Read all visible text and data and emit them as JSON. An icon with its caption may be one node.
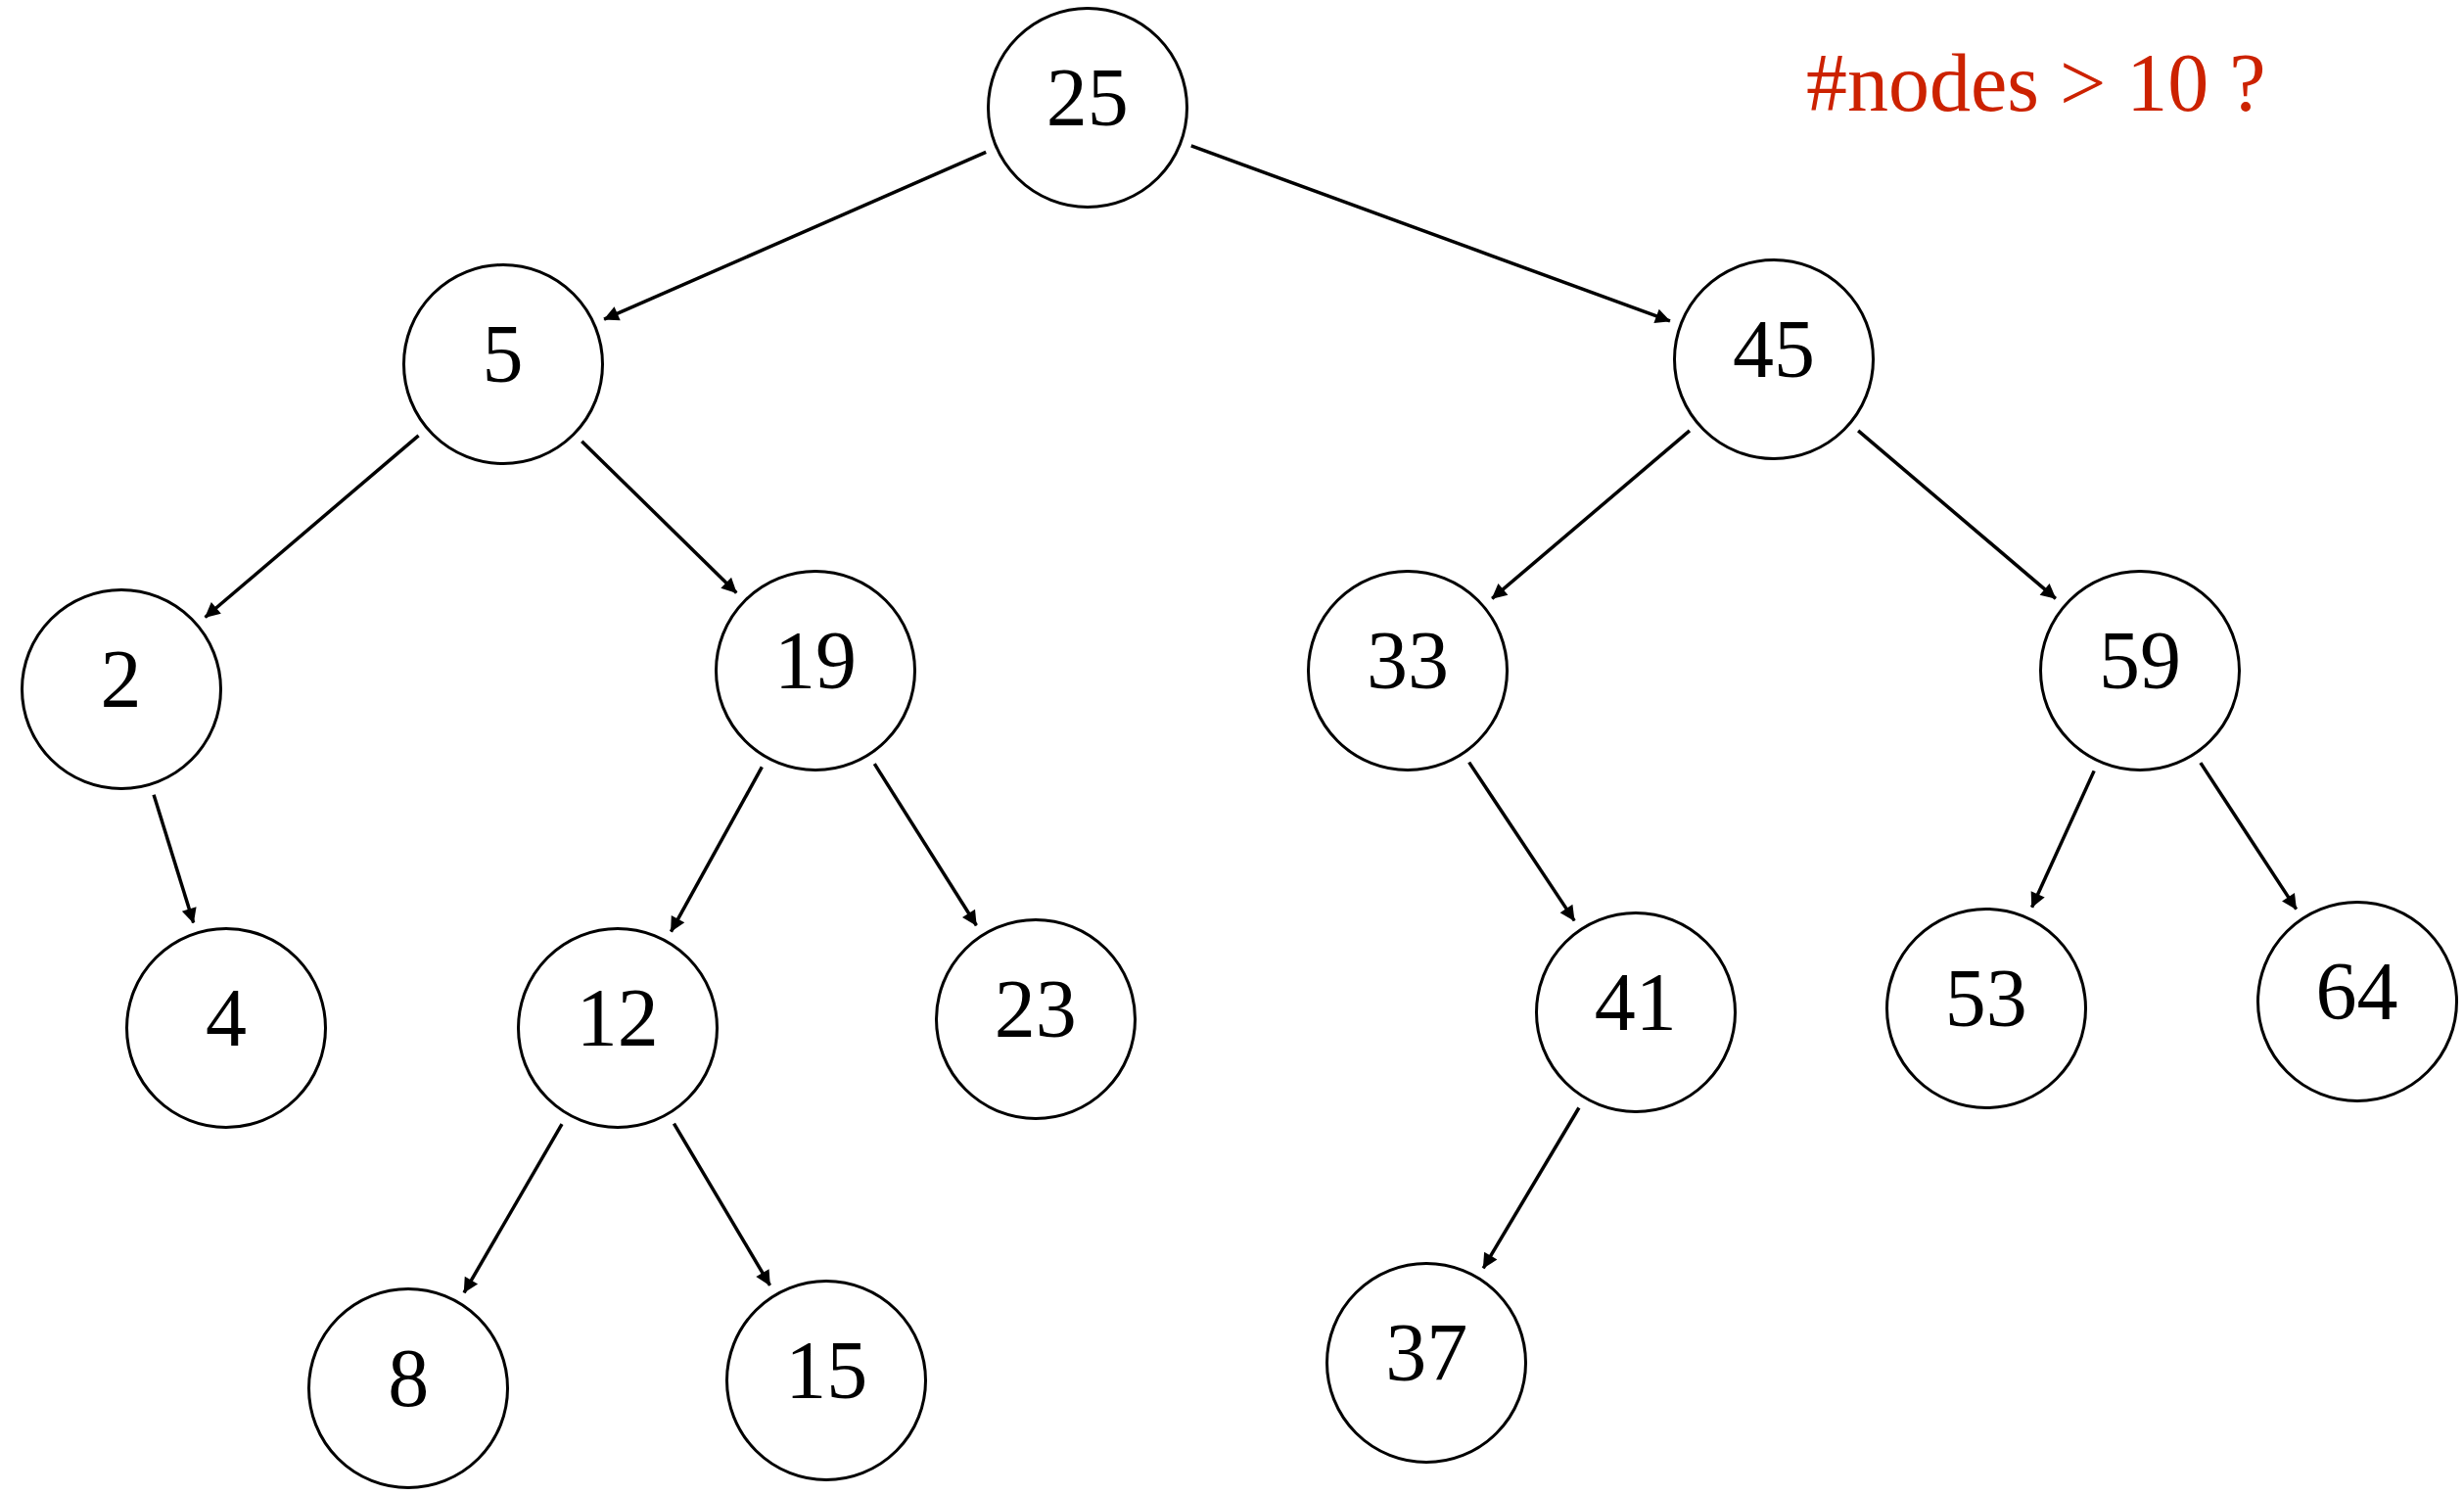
{
  "diagram": {
    "nodes": [
      {
        "text": [
          "25"
        ]
      },
      {
        "text": [
          "5"
        ]
      },
      {
        "text": [
          "45"
        ]
      },
      {
        "text": [
          "2"
        ]
      },
      {
        "text": [
          "19"
        ]
      },
      {
        "text": [
          "33"
        ]
      },
      {
        "text": [
          "59"
        ]
      },
      {
        "text": [
          "4"
        ]
      },
      {
        "text": [
          "12"
        ]
      },
      {
        "text": [
          "23"
        ]
      },
      {
        "text": [
          "41"
        ]
      },
      {
        "text": [
          "53"
        ]
      },
      {
        "text": [
          "64"
        ]
      },
      {
        "text": [
          "8"
        ]
      },
      {
        "text": [
          "15"
        ]
      },
      {
        "text": [
          "37"
        ]
      }
    ],
    "edges": [
      {
        "from": 0,
        "to": 1,
        "arrow": "to"
      },
      {
        "from": 0,
        "to": 2,
        "arrow": "to"
      },
      {
        "from": 1,
        "to": 3,
        "arrow": "to"
      },
      {
        "from": 1,
        "to": 4,
        "arrow": "to"
      },
      {
        "from": 2,
        "to": 5,
        "arrow": "to"
      },
      {
        "from": 2,
        "to": 6,
        "arrow": "to"
      },
      {
        "from": 3,
        "to": 7,
        "arrow": "to"
      },
      {
        "from": 4,
        "to": 8,
        "arrow": "to"
      },
      {
        "from": 4,
        "to": 9,
        "arrow": "to"
      },
      {
        "from": 5,
        "to": 10,
        "arrow": "to"
      },
      {
        "from": 6,
        "to": 11,
        "arrow": "to"
      },
      {
        "from": 6,
        "to": 12,
        "arrow": "to"
      },
      {
        "from": 8,
        "to": 13,
        "arrow": "to"
      },
      {
        "from": 8,
        "to": 14,
        "arrow": "to"
      },
      {
        "from": 10,
        "to": 15,
        "arrow": "to"
      }
    ],
    "labels": [
      "#nodes > 10 ?"
    ]
  }
}
